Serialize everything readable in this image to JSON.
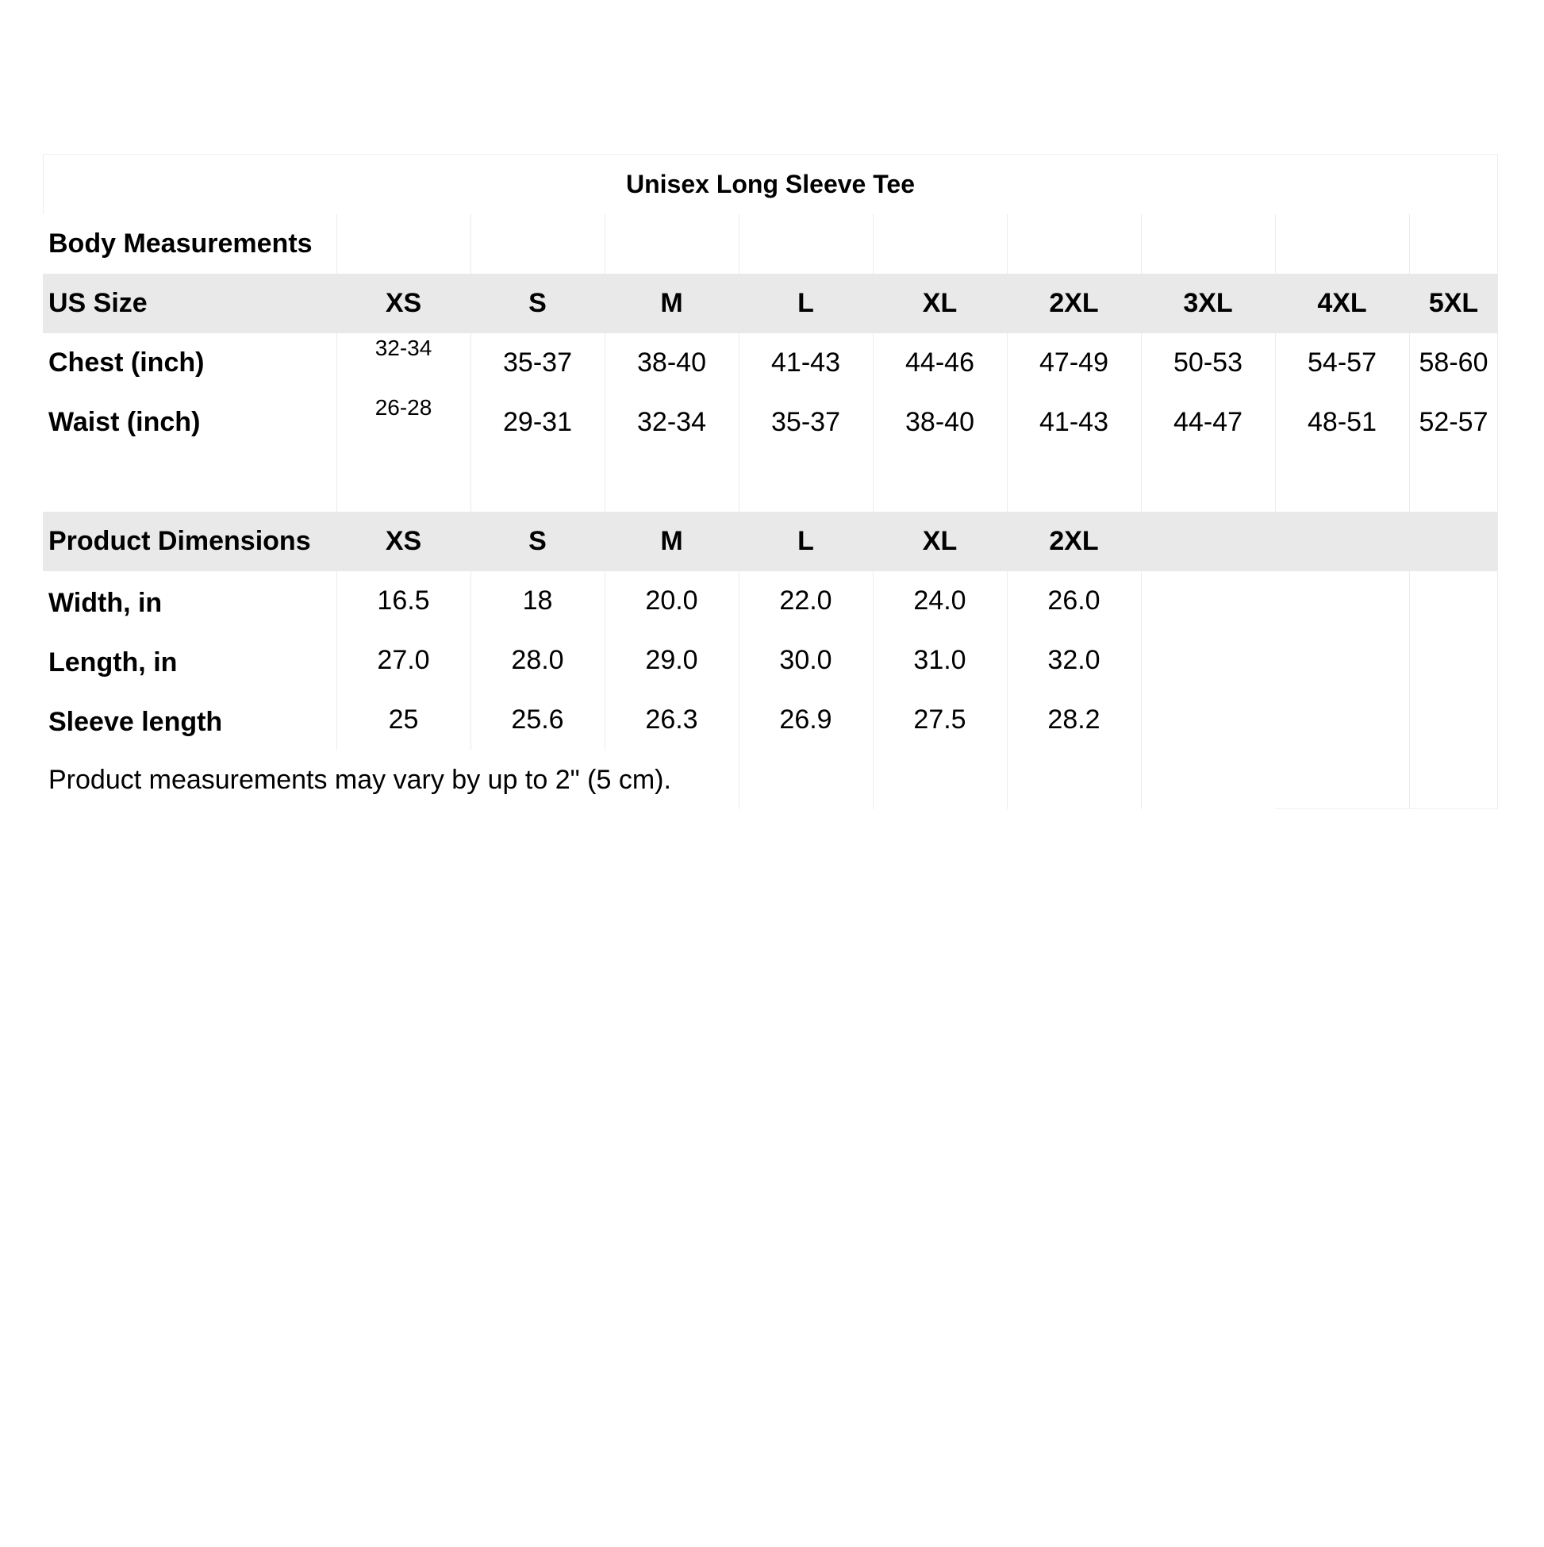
{
  "title": "Unisex Long Sleeve Tee",
  "body_measurements": {
    "section_label": "Body Measurements",
    "size_row_label": "US Size",
    "sizes": [
      "XS",
      "S",
      "M",
      "L",
      "XL",
      "2XL",
      "3XL",
      "4XL",
      "5XL"
    ],
    "rows": [
      {
        "label": "Chest (inch)",
        "values": [
          "32-34",
          "35-37",
          "38-40",
          "41-43",
          "44-46",
          "47-49",
          "50-53",
          "54-57",
          "58-60"
        ]
      },
      {
        "label": "Waist (inch)",
        "values": [
          "26-28",
          "29-31",
          "32-34",
          "35-37",
          "38-40",
          "41-43",
          "44-47",
          "48-51",
          "52-57"
        ]
      }
    ]
  },
  "product_dimensions": {
    "section_label": "Product Dimensions",
    "sizes": [
      "XS",
      "S",
      "M",
      "L",
      "XL",
      "2XL"
    ],
    "rows": [
      {
        "label": "Width, in",
        "values": [
          "16.5",
          "18",
          "20.0",
          "22.0",
          "24.0",
          "26.0"
        ]
      },
      {
        "label": "Length, in",
        "values": [
          "27.0",
          "28.0",
          "29.0",
          "30.0",
          "31.0",
          "32.0"
        ]
      },
      {
        "label": "Sleeve length",
        "values": [
          "25",
          "25.6",
          "26.3",
          "26.9",
          "27.5",
          "28.2"
        ]
      }
    ]
  },
  "footnote": "Product measurements may vary by up to 2\" (5 cm).",
  "colors": {
    "header_row_background": "#e9e9e9",
    "grid_line": "#ececec",
    "text": "#000000"
  }
}
